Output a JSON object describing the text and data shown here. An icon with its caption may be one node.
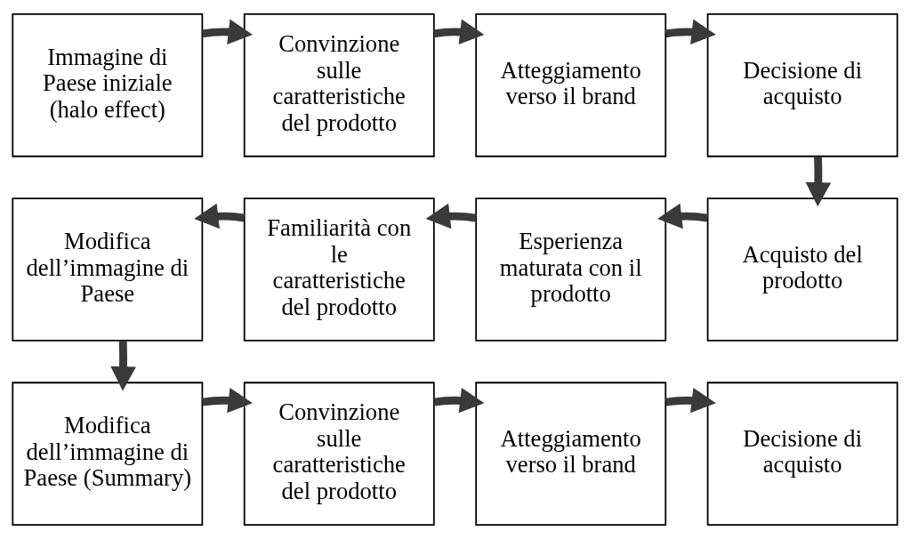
{
  "diagram": {
    "nodes": [
      {
        "text": [
          "Immagine di Paese iniziale (halo effect)"
        ]
      },
      {
        "text": [
          "Convinzione sulle caratteristiche del prodotto"
        ]
      },
      {
        "text": [
          "Atteggiamento verso il brand"
        ]
      },
      {
        "text": [
          "Decisione di acquisto"
        ]
      },
      {
        "text": [
          "Acquisto del prodotto"
        ]
      },
      {
        "text": [
          "Esperienza maturata con il prodotto"
        ]
      },
      {
        "text": [
          "Familiarità con le caratteristiche del prodotto"
        ]
      },
      {
        "text": [
          "Modifica dell’immagine di Paese"
        ]
      },
      {
        "text": [
          "Modifica dell’immagine di Paese (Summary)"
        ]
      },
      {
        "text": [
          "Convinzione sulle caratteristiche del prodotto"
        ]
      },
      {
        "text": [
          "Atteggiamento verso il brand"
        ]
      },
      {
        "text": [
          "Decisione di acquisto"
        ]
      }
    ],
    "edges": [
      {
        "from": 0,
        "to": 1,
        "arrow": "to"
      },
      {
        "from": 1,
        "to": 2,
        "arrow": "to"
      },
      {
        "from": 2,
        "to": 3,
        "arrow": "to"
      },
      {
        "from": 3,
        "to": 4,
        "arrow": "to"
      },
      {
        "from": 4,
        "to": 5,
        "arrow": "to"
      },
      {
        "from": 5,
        "to": 6,
        "arrow": "to"
      },
      {
        "from": 6,
        "to": 7,
        "arrow": "to"
      },
      {
        "from": 7,
        "to": 8,
        "arrow": "to"
      },
      {
        "from": 8,
        "to": 9,
        "arrow": "to"
      },
      {
        "from": 9,
        "to": 10,
        "arrow": "to"
      },
      {
        "from": 10,
        "to": 11,
        "arrow": "to"
      }
    ]
  }
}
